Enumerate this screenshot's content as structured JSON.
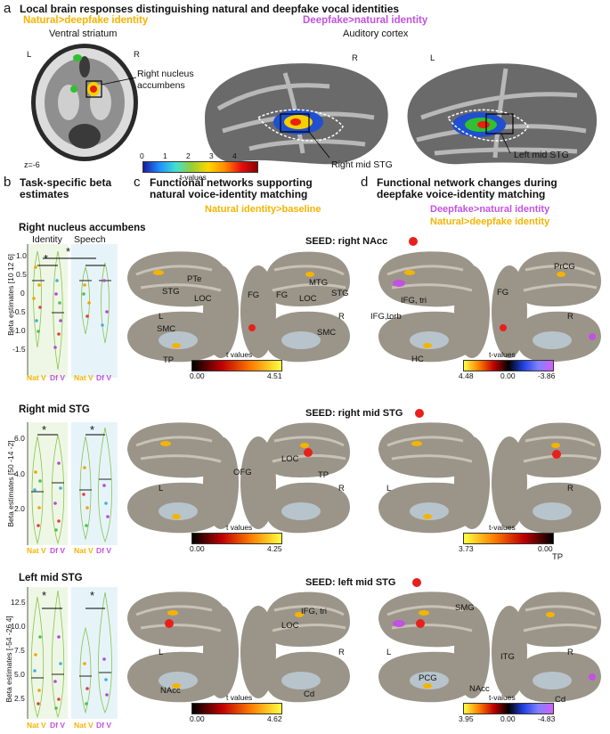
{
  "colors": {
    "orange": "#f5b400",
    "purple": "#c252e0",
    "seed": "#e8201c",
    "brain": "#9b9589",
    "natV": "#f0a500",
    "dfV": "#b548d8"
  },
  "panel_a": {
    "letter": "a",
    "title": "Local brain responses distinguishing natural and deepfake vocal identities",
    "contrast_left": "Natural>deepfake identity",
    "contrast_right": "Deepfake>natural identity",
    "region_left": "Ventral striatum",
    "region_right": "Auditory cortex",
    "L": "L",
    "R": "R",
    "annot_nacc": "Right nucleus accumbens",
    "z": "z=-6",
    "annot_rstg": "Right mid STG",
    "annot_lstg": "Left mid STG",
    "cbar_ticks": [
      "0",
      "1",
      "2",
      "3",
      "4"
    ],
    "cbar_label": "t-values"
  },
  "panel_b": {
    "letter": "b",
    "title": "Task-specific beta estimates",
    "groups": [
      "Identity",
      "Speech"
    ],
    "xtick": [
      "Nat V",
      "Df V",
      "Nat V",
      "Df V"
    ],
    "sig": "*",
    "subplots": [
      {
        "title": "Right nucleus accumbens",
        "ylabel": "Beta estimates [10 12 6]",
        "yticks": [
          "1.0",
          "0.5",
          "0",
          "-0.5",
          "-1.0",
          "-1.5"
        ]
      },
      {
        "title": "Right mid STG",
        "ylabel": "Beta estimates [50 -14 -2]",
        "yticks": [
          "6.0",
          "4.0",
          "2.0"
        ]
      },
      {
        "title": "Left mid STG",
        "ylabel": "Beta estimates [-54 -26 4]",
        "yticks": [
          "12.5",
          "10.0",
          "7.5",
          "5.0",
          "2.5"
        ]
      }
    ]
  },
  "panel_c": {
    "letter": "c",
    "title": "Functional networks supporting natural voice-identity matching",
    "contrast": "Natural identity>baseline",
    "rows": [
      {
        "seed": "SEED: right NAcc",
        "labels": [
          "PTe",
          "STG",
          "LOC",
          "FG",
          "FG",
          "MTG",
          "STG",
          "LOC",
          "SMC",
          "SMC",
          "TP"
        ],
        "cmin": "0.00",
        "cmax": "4.51",
        "clabel": "t values"
      },
      {
        "seed": "SEED: right mid STG",
        "labels": [
          "LOC",
          "OFG",
          "TP"
        ],
        "cmin": "0.00",
        "cmax": "4.25",
        "clabel": "t values"
      },
      {
        "seed": "SEED: left mid STG",
        "labels": [
          "IFG, tri",
          "LOC",
          "NAcc",
          "Cd"
        ],
        "cmin": "0.00",
        "cmax": "4.62",
        "clabel": "t values"
      }
    ]
  },
  "panel_d": {
    "letter": "d",
    "title": "Functional network changes during deepfake voice-identity matching",
    "contrast_a": "Deepfake>natural identity",
    "contrast_b": "Natural>deepfake identity",
    "rows": [
      {
        "labels": [
          "IFG, tri",
          "IFG, orb",
          "PrCG",
          "FG",
          "HC"
        ],
        "cmin": "4.48",
        "cmid": "0.00",
        "cmax": "-3.86",
        "clabel": "t-values"
      },
      {
        "labels": [
          "TP"
        ],
        "cmin": "3.73",
        "cmax": "0.00",
        "clabel": "t-values"
      },
      {
        "labels": [
          "SMG",
          "ITG",
          "PCG",
          "NAcc",
          "Cd"
        ],
        "cmin": "3.95",
        "cmid": "0.00",
        "cmax": "-4.83",
        "clabel": "t-values"
      }
    ]
  }
}
